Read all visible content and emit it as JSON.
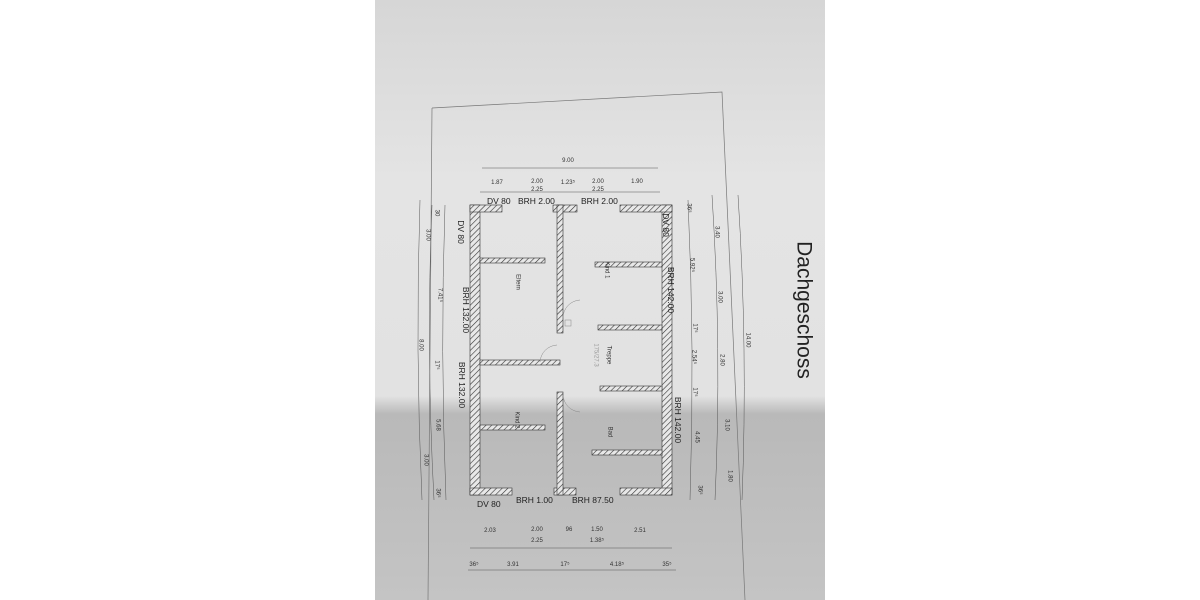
{
  "title": "Dachgeschoss",
  "rooms": {
    "eltern": "Eltern",
    "kind1": "Kind 1",
    "kind2": "Kind 2",
    "treppe": "Treppe",
    "treppe_spec": "175/27.3",
    "bad": "Bad"
  },
  "wall_labels": {
    "top_left": "BRH 2.00",
    "top_left_overlap": "DV 80",
    "top_right": "BRH 2.00",
    "left_dv": "DV 80",
    "left_brh1": "BRH 132.00",
    "left_brh2": "BRH 132.00",
    "right_dv": "DV 80",
    "right_brh1": "BRH 142.00",
    "right_brh2": "BRH 142.00",
    "bottom_dv": "DV 80",
    "bottom_brh1": "BRH 1.00",
    "bottom_brh2": "BRH 87.50"
  },
  "dims_top": {
    "total": "9.00",
    "a": "1.87",
    "b": "2.00",
    "b2": "2.25",
    "c": "1.23⁵",
    "d": "2.00",
    "d2": "2.25",
    "e": "1.90"
  },
  "dims_bottom": {
    "a": "2.03",
    "b": "2.00",
    "b2": "2.25",
    "c": "96",
    "d": "1.50",
    "d2": "1.38⁵",
    "e": "2.51",
    "f": "36⁵",
    "g": "3.91",
    "h": "17⁵",
    "i": "4.18⁵",
    "j": "35⁵"
  },
  "dims_left": {
    "a": "30",
    "b": "3.00",
    "c": "7.41⁵",
    "d": "8.00",
    "e": "17⁵",
    "f": "5.68",
    "g": "3.00",
    "h": "36⁵"
  },
  "dims_right": {
    "a": "36⁵",
    "b": "3.40",
    "c": "5.92⁵",
    "d": "3.00",
    "e": "17⁵",
    "f": "14.00",
    "g": "2.54⁵",
    "h": "2.80",
    "i": "17⁵",
    "j": "3.10",
    "k": "4.45",
    "l": "1.80",
    "m": "36⁵"
  }
}
